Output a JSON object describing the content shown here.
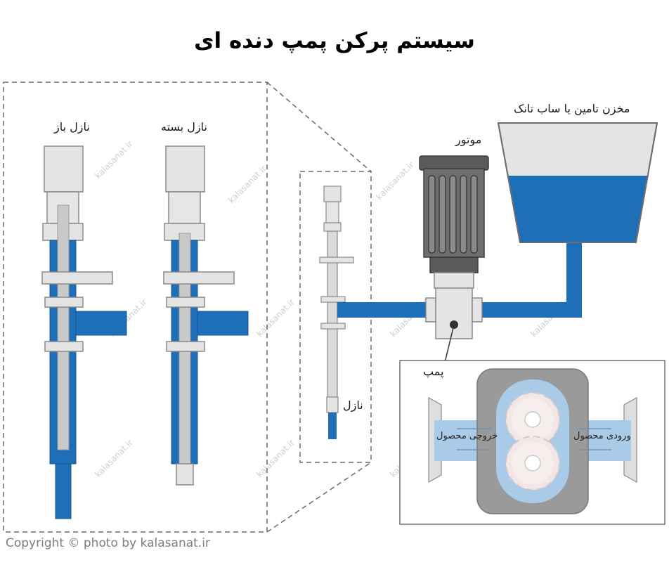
{
  "title": "سیستم پرکن پمپ دنده ای",
  "labels": {
    "open_nozzle": "نازل باز",
    "closed_nozzle": "نازل بسته",
    "nozzle": "نازل",
    "motor": "موتور",
    "tank": "مخزن تامین یا ساب تانک",
    "pump": "پمپ",
    "product_outlet": "خروجی محصول",
    "product_inlet": "ورودی محصول"
  },
  "watermark": "kalasanat.ir",
  "copyright": "Copyright © photo by kalasanat.ir",
  "colors": {
    "liquid_blue": "#1f6fb8",
    "light_blue": "#a9cbe8",
    "metal_light": "#e4e4e4",
    "metal_mid": "#c8c8c8",
    "motor_gray": "#6e6e6e",
    "outline": "#888888"
  }
}
